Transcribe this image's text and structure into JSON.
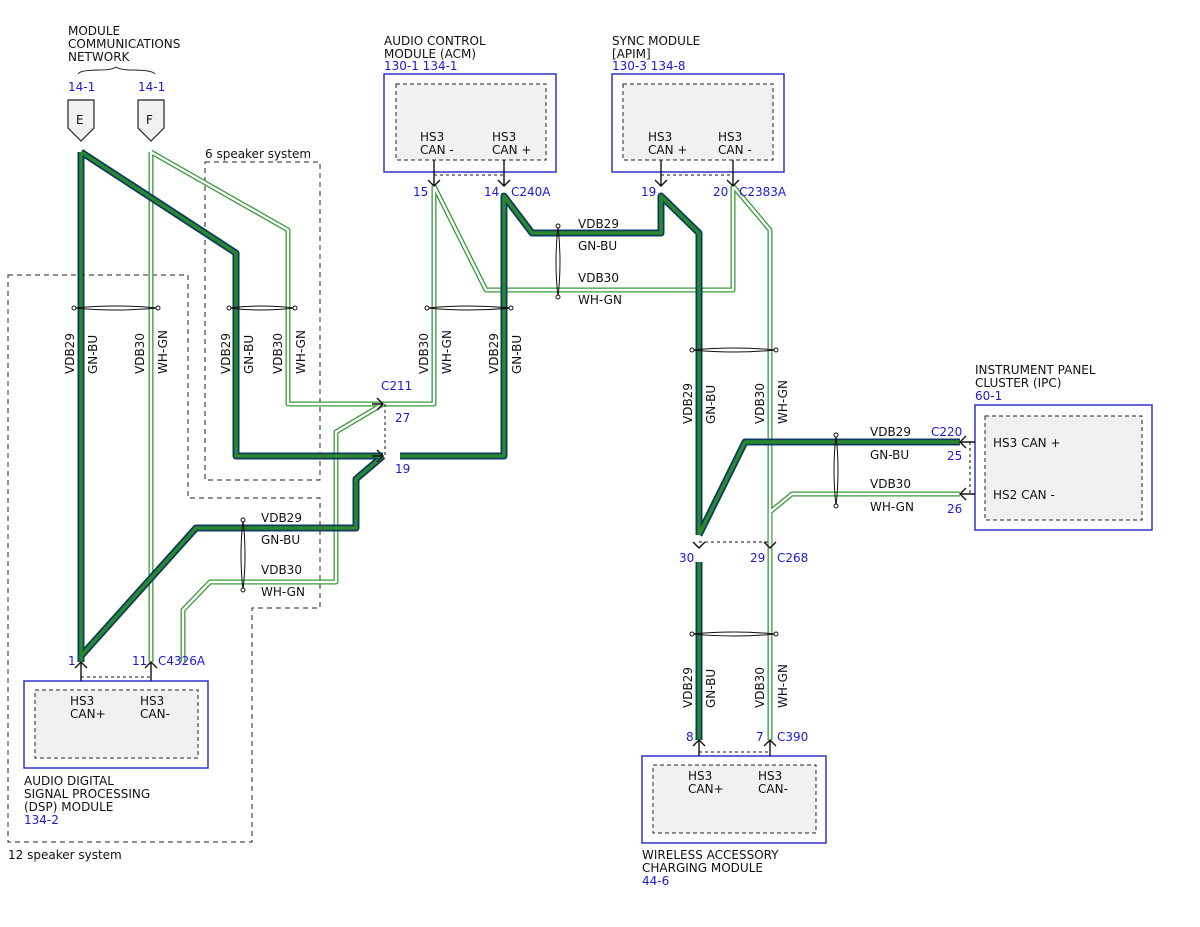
{
  "network": {
    "title_lines": [
      "MODULE",
      "COMMUNICATIONS",
      "NETWORK"
    ],
    "connector_e": {
      "label": "E",
      "ref": "14-1"
    },
    "connector_f": {
      "label": "F",
      "ref": "14-1"
    }
  },
  "acm": {
    "title_lines": [
      "AUDIO CONTROL",
      "MODULE (ACM)"
    ],
    "refs": "130-1  134-1",
    "pin_left": [
      "HS3",
      "CAN -"
    ],
    "pin_right": [
      "HS3",
      "CAN +"
    ],
    "pin_left_no": "15",
    "pin_right_no": "14",
    "connector": "C240A"
  },
  "apim": {
    "title_lines": [
      "SYNC MODULE",
      "[APIM]"
    ],
    "refs": "130-3  134-8",
    "pin_left": [
      "HS3",
      "CAN +"
    ],
    "pin_right": [
      "HS3",
      "CAN -"
    ],
    "pin_left_no": "19",
    "pin_right_no": "20",
    "connector": "C2383A"
  },
  "ipc": {
    "title_lines": [
      "INSTRUMENT PANEL",
      "CLUSTER (IPC)"
    ],
    "refs": "60-1",
    "pin_top": "HS3 CAN +",
    "pin_bottom": "HS2 CAN -",
    "pin_top_no": "25",
    "pin_bottom_no": "26",
    "connector": "C220"
  },
  "dsp": {
    "title_lines": [
      "AUDIO DIGITAL",
      "SIGNAL PROCESSING",
      "(DSP) MODULE"
    ],
    "refs": "134-2",
    "pin_left": [
      "HS3",
      "CAN+"
    ],
    "pin_right": [
      "HS3",
      "CAN-"
    ],
    "pin_left_no": "1",
    "pin_right_no": "11",
    "connector": "C4326A"
  },
  "wacm": {
    "title_lines": [
      "WIRELESS ACCESSORY",
      "CHARGING MODULE"
    ],
    "refs": "44-6",
    "pin_left": [
      "HS3",
      "CAN+"
    ],
    "pin_right": [
      "HS3",
      "CAN-"
    ],
    "pin_left_no": "8",
    "pin_right_no": "7",
    "connector": "C390"
  },
  "inline_c211": {
    "connector": "C211",
    "pin_top": "27",
    "pin_bottom": "19"
  },
  "inline_c268": {
    "connector": "C268",
    "pin_left": "30",
    "pin_right": "29"
  },
  "systems": {
    "six": "6 speaker system",
    "twelve": "12 speaker system"
  },
  "circuits": {
    "hi": "VDB29",
    "hi_color": "GN-BU",
    "lo": "VDB30",
    "lo_color": "WH-GN"
  },
  "colors": {
    "can_high_core": "#2a8a2a",
    "can_high_edge": "#0e3b64",
    "can_low_edge": "#3a9a3a",
    "module_border": "#2424cc",
    "module_fill": "#f1f1f1",
    "ref_text": "#1a1ad6"
  }
}
